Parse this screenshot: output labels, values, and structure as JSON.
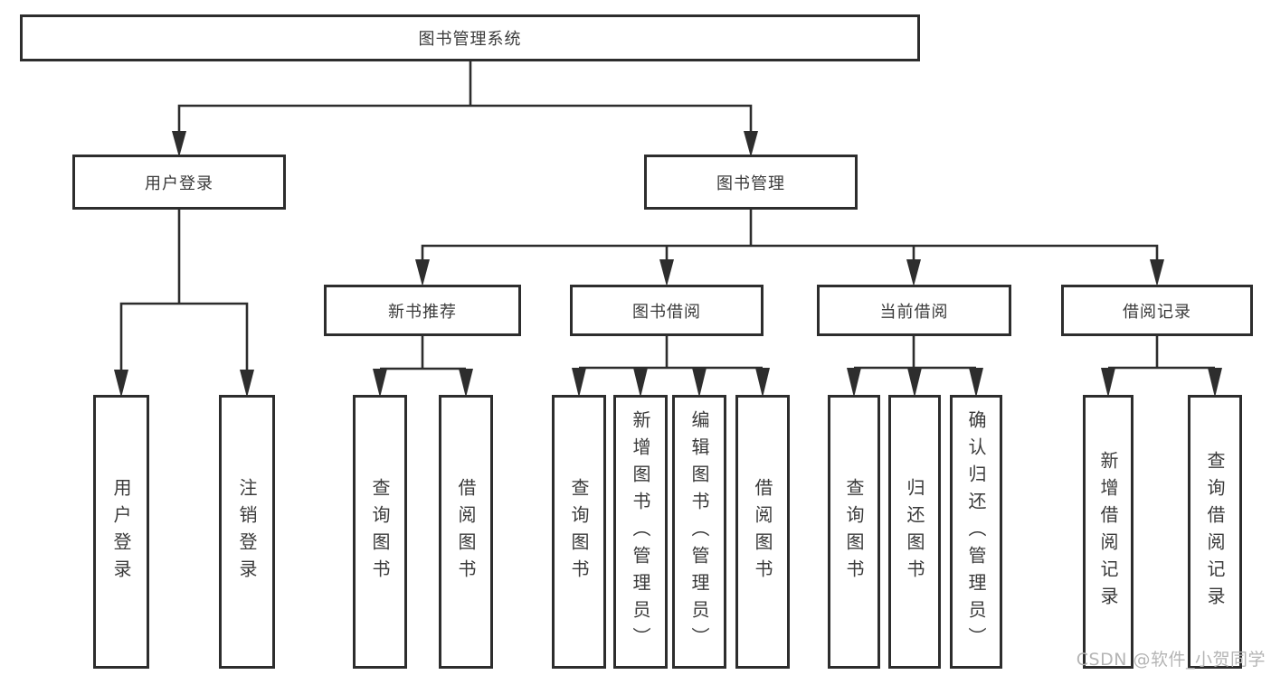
{
  "tree": {
    "label": "图书管理系统",
    "children": [
      {
        "label": "用户登录",
        "children": [
          {
            "label": "用户登录"
          },
          {
            "label": "注销登录"
          }
        ]
      },
      {
        "label": "图书管理",
        "children": [
          {
            "label": "新书推荐",
            "children": [
              {
                "label": "查询图书"
              },
              {
                "label": "借阅图书"
              }
            ]
          },
          {
            "label": "图书借阅",
            "children": [
              {
                "label": "查询图书"
              },
              {
                "label": "新增图书（管理员）"
              },
              {
                "label": "编辑图书（管理员）"
              },
              {
                "label": "借阅图书"
              }
            ]
          },
          {
            "label": "当前借阅",
            "children": [
              {
                "label": "查询图书"
              },
              {
                "label": "归还图书"
              },
              {
                "label": "确认归还（管理员）"
              }
            ]
          },
          {
            "label": "借阅记录",
            "children": [
              {
                "label": "新增借阅记录"
              },
              {
                "label": "查询借阅记录"
              }
            ]
          }
        ]
      }
    ]
  },
  "watermark": {
    "text": "CSDN @软件_小贺同学"
  },
  "colors": {
    "border": "#2d2d2d",
    "text": "#3a3a3a",
    "watermark": "#b5b5b5"
  }
}
